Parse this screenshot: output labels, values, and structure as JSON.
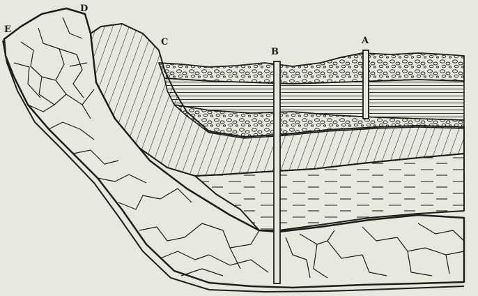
{
  "labels": {
    "A": "A",
    "B": "B",
    "C": "C",
    "D": "D",
    "E": "E"
  },
  "colors": {
    "paper": "#e9e8df",
    "ink": "#1d1d1b"
  }
}
